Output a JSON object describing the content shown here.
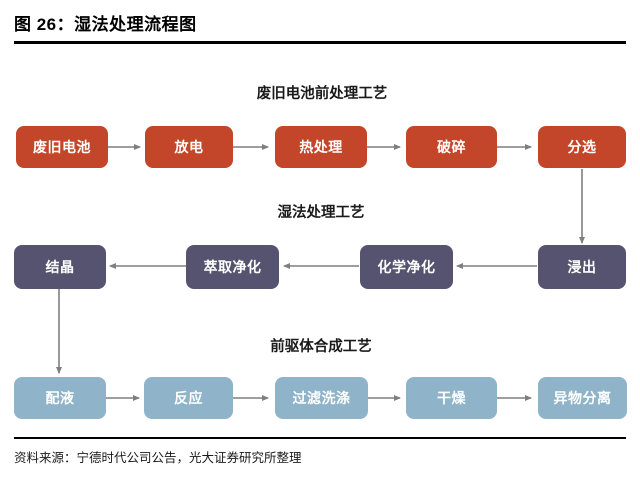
{
  "figure": {
    "title": "图 26：湿法处理流程图",
    "source": "资料来源：宁德时代公司公告，光大证券研究所整理"
  },
  "colors": {
    "pretreatment": "#c4462a",
    "hydrometallurgy": "#55536f",
    "precursor": "#8fb4c9",
    "arrow": "#7f7f7f",
    "rule": "#000000",
    "text_on_node": "#ffffff"
  },
  "chart_data": {
    "type": "flowchart",
    "title": "图 26：湿法处理流程图",
    "direction": "serpentine (row1 left→right, row2 right→left, row3 left→right)",
    "sections": [
      {
        "id": "pretreatment",
        "label": "废旧电池前处理工艺",
        "color": "#c4462a",
        "nodes": [
          "废旧电池",
          "放电",
          "热处理",
          "破碎",
          "分选"
        ]
      },
      {
        "id": "hydrometallurgy",
        "label": "湿法处理工艺",
        "color": "#55536f",
        "nodes": [
          "浸出",
          "化学净化",
          "萃取净化",
          "结晶"
        ]
      },
      {
        "id": "precursor",
        "label": "前驱体合成工艺",
        "color": "#8fb4c9",
        "nodes": [
          "配液",
          "反应",
          "过滤洗涤",
          "干燥",
          "异物分离"
        ]
      }
    ],
    "edges": [
      {
        "from": "废旧电池",
        "to": "放电",
        "type": "horizontal-right"
      },
      {
        "from": "放电",
        "to": "热处理",
        "type": "horizontal-right"
      },
      {
        "from": "热处理",
        "to": "破碎",
        "type": "horizontal-right"
      },
      {
        "from": "破碎",
        "to": "分选",
        "type": "horizontal-right"
      },
      {
        "from": "分选",
        "to": "浸出",
        "type": "vertical-down"
      },
      {
        "from": "浸出",
        "to": "化学净化",
        "type": "horizontal-left"
      },
      {
        "from": "化学净化",
        "to": "萃取净化",
        "type": "horizontal-left"
      },
      {
        "from": "萃取净化",
        "to": "结晶",
        "type": "horizontal-left"
      },
      {
        "from": "结晶",
        "to": "配液",
        "type": "vertical-down"
      },
      {
        "from": "配液",
        "to": "反应",
        "type": "horizontal-right"
      },
      {
        "from": "反应",
        "to": "过滤洗涤",
        "type": "horizontal-right"
      },
      {
        "from": "过滤洗涤",
        "to": "干燥",
        "type": "horizontal-right"
      },
      {
        "from": "干燥",
        "to": "异物分离",
        "type": "horizontal-right"
      }
    ]
  },
  "sections": {
    "pretreatment": {
      "label": "废旧电池前处理工艺",
      "nodes": [
        {
          "label": "废旧电池"
        },
        {
          "label": "放电"
        },
        {
          "label": "热处理"
        },
        {
          "label": "破碎"
        },
        {
          "label": "分选"
        }
      ]
    },
    "hydrometallurgy": {
      "label": "湿法处理工艺",
      "nodes": [
        {
          "label": "结晶"
        },
        {
          "label": "萃取净化"
        },
        {
          "label": "化学净化"
        },
        {
          "label": "浸出"
        }
      ]
    },
    "precursor": {
      "label": "前驱体合成工艺",
      "nodes": [
        {
          "label": "配液"
        },
        {
          "label": "反应"
        },
        {
          "label": "过滤洗涤"
        },
        {
          "label": "干燥"
        },
        {
          "label": "异物分离"
        }
      ]
    }
  }
}
